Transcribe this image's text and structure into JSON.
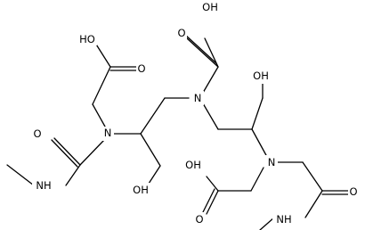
{
  "molecule": {
    "labels": {
      "oh_top_left": "HO",
      "o_top_left": "O",
      "oh_top_center": "OH",
      "o_top_center": "O",
      "oh_right_upper": "OH",
      "n_left": "N",
      "n_center": "N",
      "n_right": "N",
      "o_amide_left": "O",
      "nh_left": "NH",
      "oh_bottom_left": "OH",
      "oh_bottom_center": "OH",
      "o_bottom_center": "O",
      "o_amide_right": "O",
      "nh_right": "NH"
    }
  }
}
